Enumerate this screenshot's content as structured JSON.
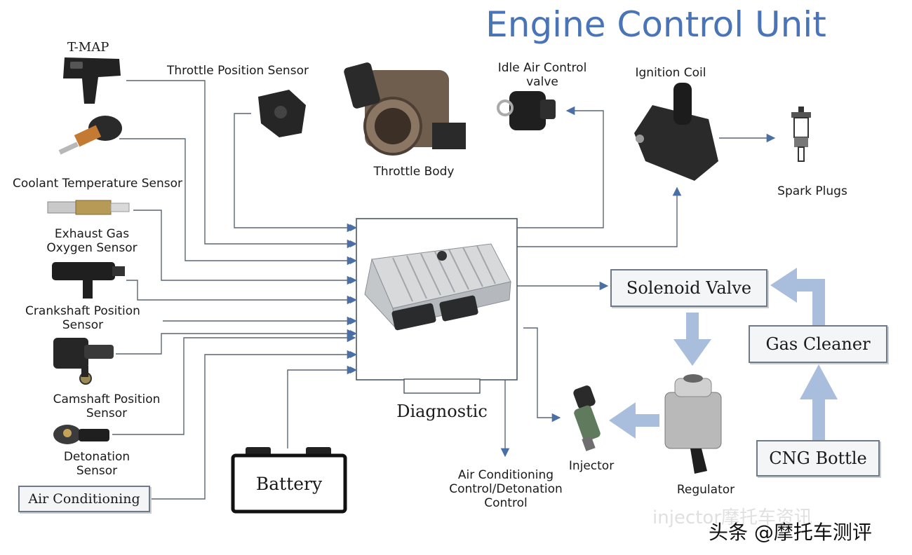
{
  "title": "Engine Control Unit",
  "sensors": {
    "tmap": "T-MAP",
    "throttle_position": "Throttle Position Sensor",
    "coolant": "Coolant Temperature Sensor",
    "exhaust_1": "Exhaust Gas",
    "exhaust_2": "Oxygen Sensor",
    "crank_1": "Crankshaft Position",
    "crank_2": "Sensor",
    "cam_1": "Camshaft Position",
    "cam_2": "Sensor",
    "det_1": "Detonation",
    "det_2": "Sensor"
  },
  "components": {
    "throttle_body": "Throttle Body",
    "iac_1": "Idle Air Control",
    "iac_2": "valve",
    "ignition_coil": "Ignition Coil",
    "spark_plugs": "Spark Plugs",
    "injector": "Injector",
    "regulator": "Regulator",
    "diagnostic": "Diagnostic",
    "ac_out_1": "Air Conditioning",
    "ac_out_2": "Control/Detonation",
    "ac_out_3": "Control"
  },
  "boxes": {
    "air_conditioning": "Air Conditioning",
    "battery": "Battery",
    "solenoid_valve": "Solenoid Valve",
    "gas_cleaner": "Gas Cleaner",
    "cng_bottle": "CNG Bottle"
  },
  "watermark": {
    "line1": "injector摩托车资讯",
    "line2": "头条 @摩托车测评"
  },
  "colors": {
    "title": "#4a74b8",
    "line": "#5a6672",
    "arrow": "#4a6fa5",
    "flow_arrow": "#a9bedc"
  }
}
